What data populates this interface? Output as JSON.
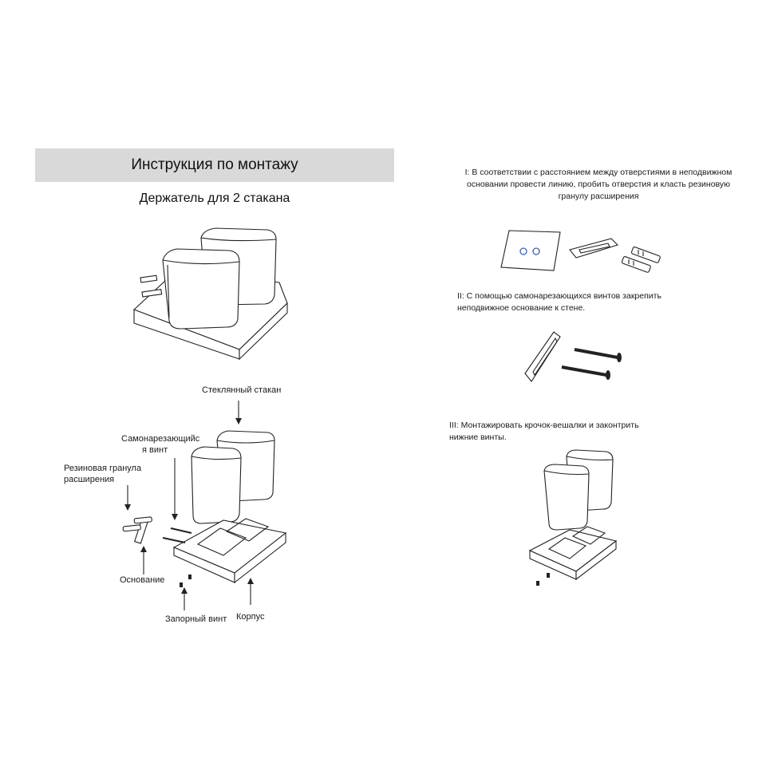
{
  "header": {
    "title": "Инструкция по монтажу",
    "subtitle": "Держатель для 2 стакана"
  },
  "parts": {
    "glass": "Стеклянный стакан",
    "screw_line1": "Самонарезающийс",
    "screw_line2": "я винт",
    "rubber_line1": "Резиновая гранула",
    "rubber_line2": "расширения",
    "base": "Основание",
    "lock_screw": "Запорный винт",
    "body": "Корпус"
  },
  "steps": {
    "step1_line1": "I: В соответствии с расстоянием между отверстиями в неподвижном",
    "step1_line2": "основании провести линию, пробить отверстия и класть резиновую",
    "step1_line3": "гранулу расширения",
    "step2_line1": "II: С помощью самонарезающихся винтов закрепить",
    "step2_line2": "неподвижное основание к стене.",
    "step3_line1": "III: Монтажировать крочок-вешалки и законтрить",
    "step3_line2": "нижние винты."
  },
  "colors": {
    "title_bar": "#d9d9d9",
    "hole_mark": "#3a5fb0"
  }
}
